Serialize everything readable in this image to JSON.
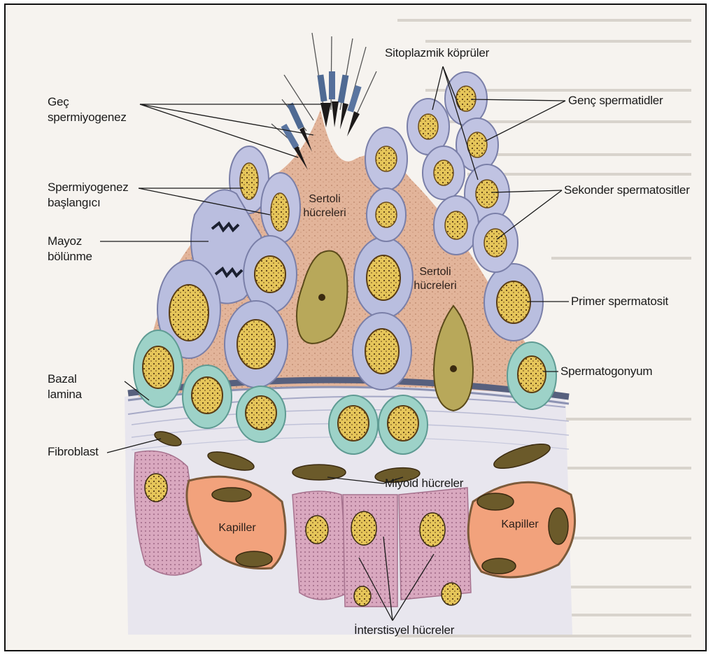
{
  "figure": {
    "labels": {
      "gec_spermiyogenez": [
        "Geç",
        "spermiyogenez"
      ],
      "spermiyogenez_baslangici": [
        "Spermiyogenez",
        "başlangıcı"
      ],
      "mayoz_bolunme": [
        "Mayoz",
        "bölünme"
      ],
      "bazal_lamina": [
        "Bazal",
        "lamina"
      ],
      "fibroblast": "Fibroblast",
      "sitoplazmik_kopruler": "Sitoplazmik köprüler",
      "genc_spermatidler": "Genç spermatidler",
      "sekonder_spermatositler": "Sekonder spermatositler",
      "primer_spermatosit": "Primer spermatosit",
      "spermatogonyum": "Spermatogonyum",
      "miyoid_hucreler": "Miyoid hücreler",
      "interstisyel_hucreler": "İnterstisyel hücreler"
    },
    "inline_labels": {
      "sertoli_left": [
        "Sertoli",
        "hücreleri"
      ],
      "sertoli_right": [
        "Sertoli",
        "hücreleri"
      ],
      "kapiller_left": "Kapiller",
      "kapiller_right": "Kapiller"
    }
  },
  "colors": {
    "sertoli_cytoplasm": "#e4b79e",
    "spermatocyte_cytoplasm": "#b9bedf",
    "spermatogonium_cytoplasm": "#9dd2c8",
    "nucleus": "#e7c85f",
    "capillary": "#f2a27c",
    "interstitial": "#d7a3bb",
    "basal_lamina": "#57607e"
  }
}
